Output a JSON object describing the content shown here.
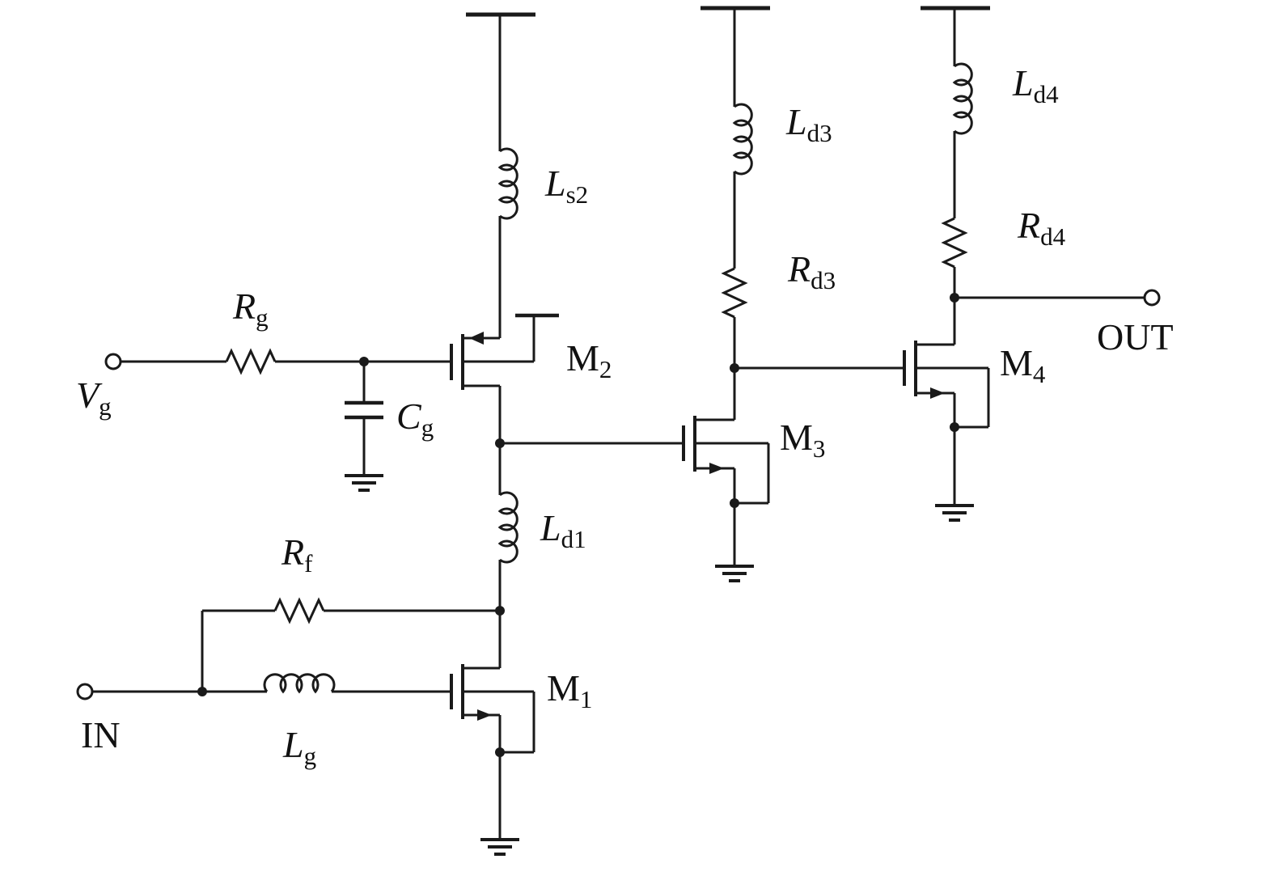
{
  "figure": {
    "background": "#ffffff",
    "line_color": "#1a1a1a"
  },
  "terminals": {
    "vg": {
      "main": "V",
      "sub": "g"
    },
    "in": {
      "main": "IN"
    },
    "out": {
      "main": "OUT"
    }
  },
  "components": {
    "rg": {
      "main": "R",
      "sub": "g"
    },
    "cg": {
      "main": "C",
      "sub": "g"
    },
    "rf": {
      "main": "R",
      "sub": "f"
    },
    "lg": {
      "main": "L",
      "sub": "g"
    },
    "ls2": {
      "main": "L",
      "sub": "s2"
    },
    "ld1": {
      "main": "L",
      "sub": "d1"
    },
    "ld3": {
      "main": "L",
      "sub": "d3"
    },
    "rd3": {
      "main": "R",
      "sub": "d3"
    },
    "ld4": {
      "main": "L",
      "sub": "d4"
    },
    "rd4": {
      "main": "R",
      "sub": "d4"
    },
    "m1": {
      "main": "M",
      "sub": "1"
    },
    "m2": {
      "main": "M",
      "sub": "2"
    },
    "m3": {
      "main": "M",
      "sub": "3"
    },
    "m4": {
      "main": "M",
      "sub": "4"
    }
  }
}
